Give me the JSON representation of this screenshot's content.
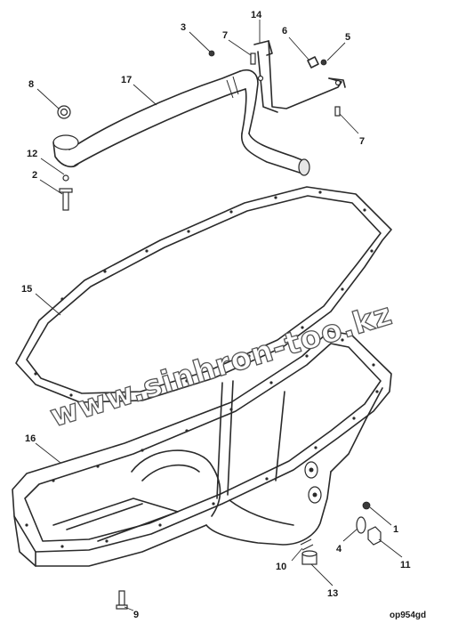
{
  "diagram": {
    "code": "op954gd",
    "watermark": "www.sinhron-too.kz",
    "callouts": [
      "1",
      "2",
      "3",
      "4",
      "5",
      "6",
      "7",
      "7",
      "8",
      "9",
      "10",
      "11",
      "12",
      "13",
      "14",
      "15",
      "16",
      "17"
    ]
  }
}
